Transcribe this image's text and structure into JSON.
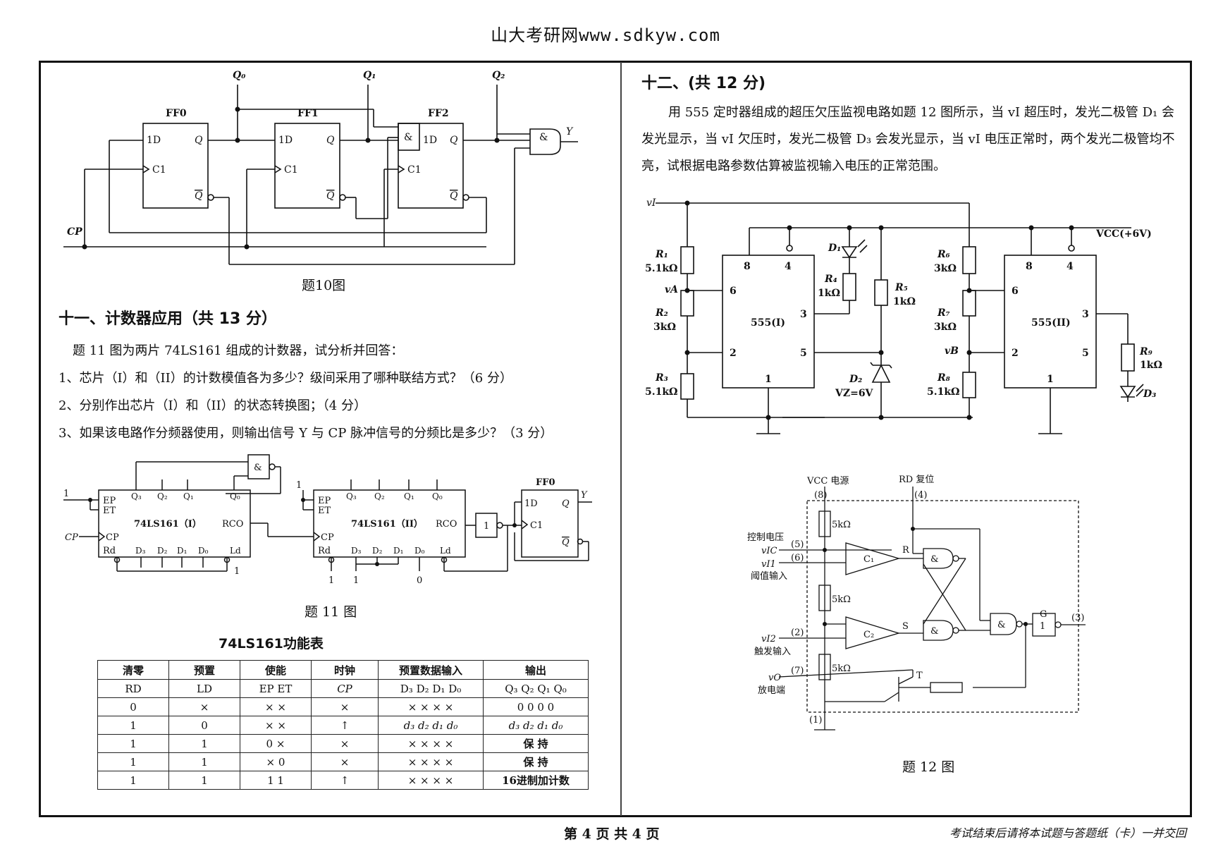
{
  "header": {
    "title": "山大考研网www.sdkyw.com"
  },
  "fig10": {
    "caption": "题10图",
    "labels": {
      "q0": "Q₀",
      "q1": "Q₁",
      "q2": "Q₂",
      "ff0": "FF0",
      "ff1": "FF1",
      "ff2": "FF2",
      "d": "1D",
      "c": "C1",
      "q": "Q",
      "qbar": "Q",
      "and": "&",
      "y": "Y",
      "cp": "CP"
    }
  },
  "sec11": {
    "title": "十一、计数器应用（共 13 分）",
    "intro": "题 11 图为两片 74LS161 组成的计数器，试分析并回答：",
    "q1": "1、芯片（I）和（II）的计数模值各为多少？级间采用了哪种联结方式？（6 分）",
    "q2": "2、分别作出芯片（I）和（II）的状态转换图；（4 分）",
    "q3": "3、如果该电路作分频器使用，则输出信号 Y 与 CP 脉冲信号的分频比是多少？（3 分）"
  },
  "fig11": {
    "caption": "题 11 图",
    "chip1": "74LS161（I）",
    "chip2": "74LS161（II）",
    "one": "1",
    "zero": "0",
    "ep": "EP",
    "et": "ET",
    "cp": "CP",
    "rco": "RCO",
    "rd": "Rd",
    "ld": "Ld",
    "q3": "Q₃",
    "q2": "Q₂",
    "q1": "Q₁",
    "q0": "Q₀",
    "d3": "D₃",
    "d2": "D₂",
    "d1": "D₁",
    "d0": "D₀",
    "and": "&",
    "not": "1",
    "ff0": "FF0",
    "d1d": "1D",
    "c1": "C1",
    "q": "Q",
    "y": "Y"
  },
  "table": {
    "title": "74LS161功能表",
    "headers": [
      "清零",
      "预置",
      "使能",
      "时钟",
      "预置数据输入",
      "输出"
    ],
    "subheaders": [
      "RD",
      "LD",
      "EP  ET",
      "CP",
      "D₃  D₂  D₁  D₀",
      "Q₃  Q₂  Q₁  Q₀"
    ],
    "rows": [
      [
        "0",
        "×",
        "×  ×",
        "×",
        "×  ×  ×  ×",
        "0  0  0  0"
      ],
      [
        "1",
        "0",
        "×  ×",
        "↑",
        "d₃  d₂  d₁  d₀",
        "d₃  d₂  d₁  d₀"
      ],
      [
        "1",
        "1",
        "0  ×",
        "×",
        "×  ×  ×  ×",
        "保  持"
      ],
      [
        "1",
        "1",
        "×  0",
        "×",
        "×  ×  ×  ×",
        "保  持"
      ],
      [
        "1",
        "1",
        "1  1",
        "↑",
        "×  ×  ×  ×",
        "16进制加计数"
      ]
    ]
  },
  "sec12": {
    "title": "十二、(共 12 分)",
    "para": "用 555 定时器组成的超压欠压监视电路如题 12 图所示，当 vI 超压时，发光二极管 D₁ 会发光显示，当 vI 欠压时，发光二极管 D₃ 会发光显示，当 vI 电压正常时，两个发光二极管均不亮，试根据电路参数估算被监视输入电压的正常范围。"
  },
  "fig12a": {
    "vi": "vI",
    "vcc": "VCC(+6V)",
    "r1": "R₁",
    "r1v": "5.1kΩ",
    "r2": "R₂",
    "r2v": "3kΩ",
    "r3": "R₃",
    "r3v": "5.1kΩ",
    "r4": "R₄",
    "r4v": "1kΩ",
    "r5": "R₅",
    "r5v": "1kΩ",
    "r6": "R₆",
    "r6v": "3kΩ",
    "r7": "R₇",
    "r7v": "3kΩ",
    "r8": "R₈",
    "r8v": "5.1kΩ",
    "r9": "R₉",
    "r9v": "1kΩ",
    "va": "vA",
    "vb": "vB",
    "d1": "D₁",
    "d2": "D₂",
    "vz": "VZ=6V",
    "d3": "D₃",
    "chip1": "555(I)",
    "chip2": "555(II)",
    "p8": "8",
    "p4": "4",
    "p6": "6",
    "p3": "3",
    "p2": "2",
    "p5": "5",
    "p1": "1"
  },
  "fig12b": {
    "caption": "题 12 图",
    "vcc": "VCC 电源",
    "rd": "RD 复位",
    "ctrl": "控制电压",
    "vic": "vIC",
    "vi1": "vI1",
    "thr": "阈值输入",
    "vi2": "vI2",
    "trig": "触发输入",
    "vo": "vO",
    "dis": "放电端",
    "res": "5kΩ",
    "c1": "C₁",
    "c2": "C₂",
    "r": "R",
    "s": "S",
    "and": "&",
    "g": "G",
    "one": "1",
    "t": "T",
    "p8": "(8)",
    "p4": "(4)",
    "p5": "(5)",
    "p6": "(6)",
    "p2": "(2)",
    "p7": "(7)",
    "p1": "(1)",
    "p3": "(3)"
  },
  "footer": {
    "page": "第 4 页 共 4 页",
    "note": "考试结束后请将本试题与答题纸（卡）一并交回"
  }
}
